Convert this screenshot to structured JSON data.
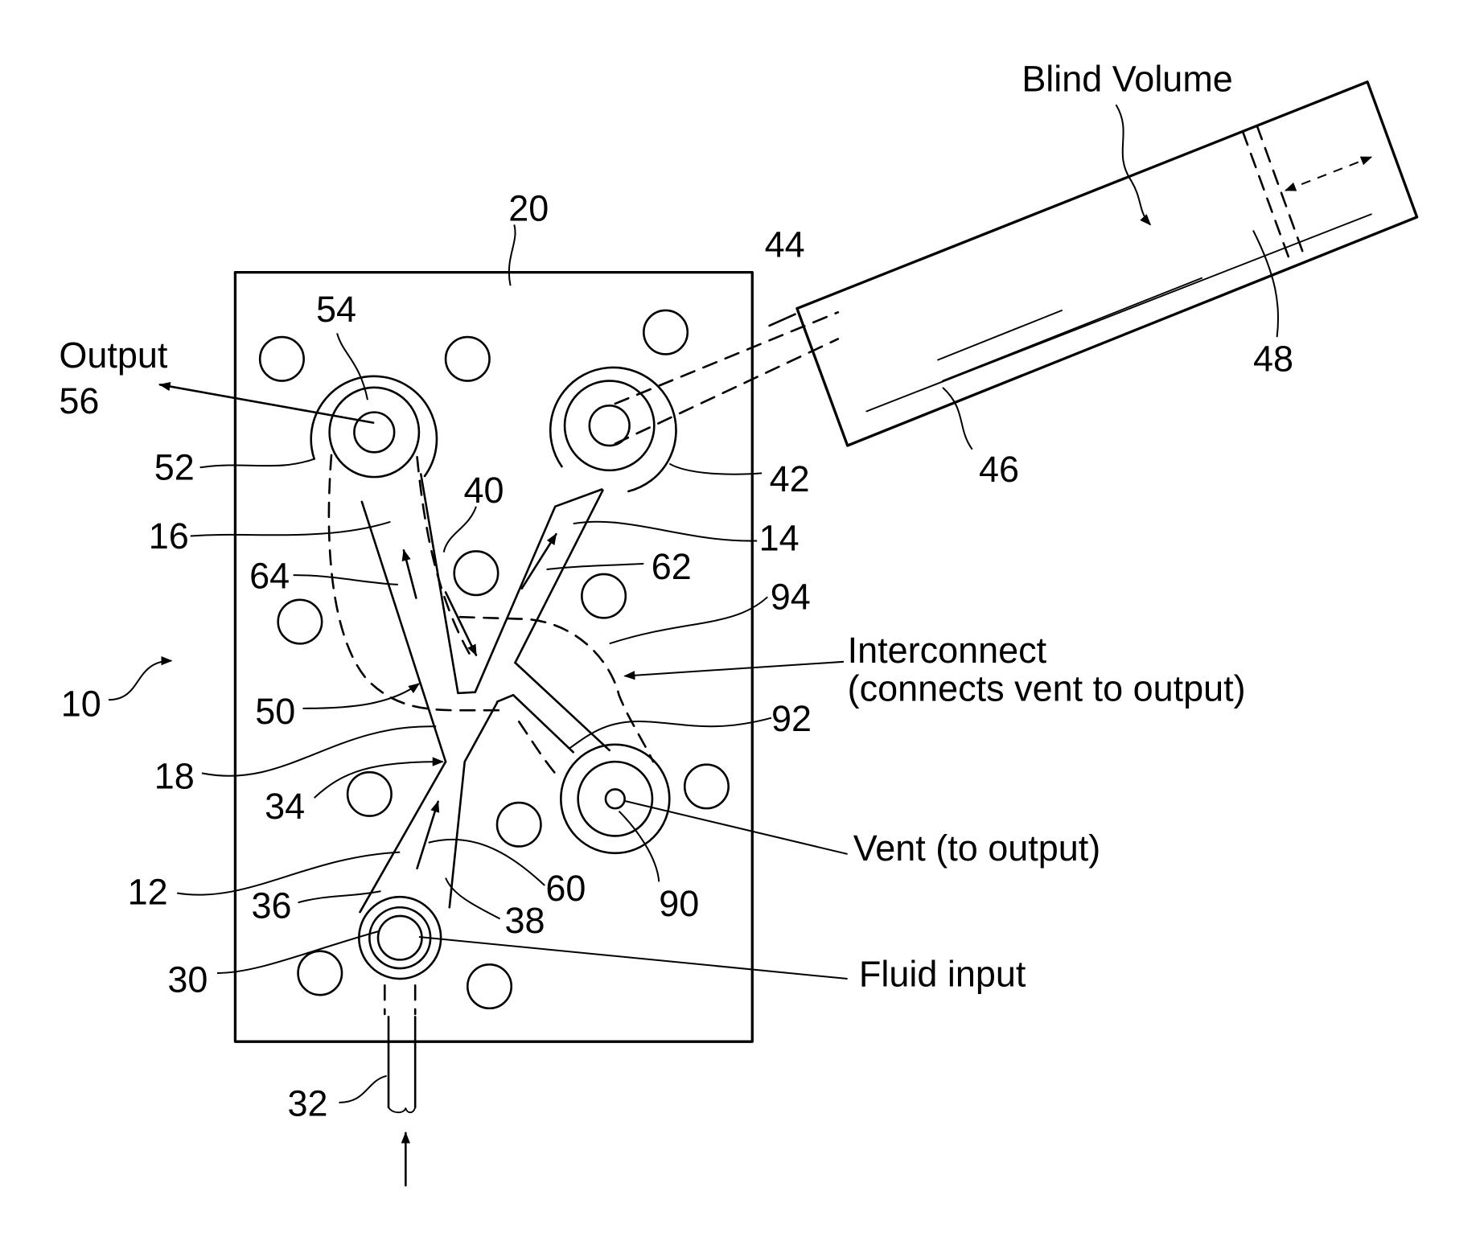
{
  "labels": {
    "blind_volume": "Blind Volume",
    "output_text": "Output",
    "interconnect_line1": "Interconnect",
    "interconnect_line2": "(connects vent to output)",
    "vent_text": "Vent (to output)",
    "fluid_input_text": "Fluid input"
  },
  "refs": {
    "r10": "10",
    "r12": "12",
    "r14": "14",
    "r16": "16",
    "r18": "18",
    "r20": "20",
    "r30": "30",
    "r32": "32",
    "r34": "34",
    "r36": "36",
    "r38": "38",
    "r40": "40",
    "r42": "42",
    "r44": "44",
    "r46": "46",
    "r48": "48",
    "r50": "50",
    "r52": "52",
    "r54": "54",
    "r56": "56",
    "r60": "60",
    "r62": "62",
    "r64": "64",
    "r90": "90",
    "r92": "92",
    "r94": "94"
  }
}
